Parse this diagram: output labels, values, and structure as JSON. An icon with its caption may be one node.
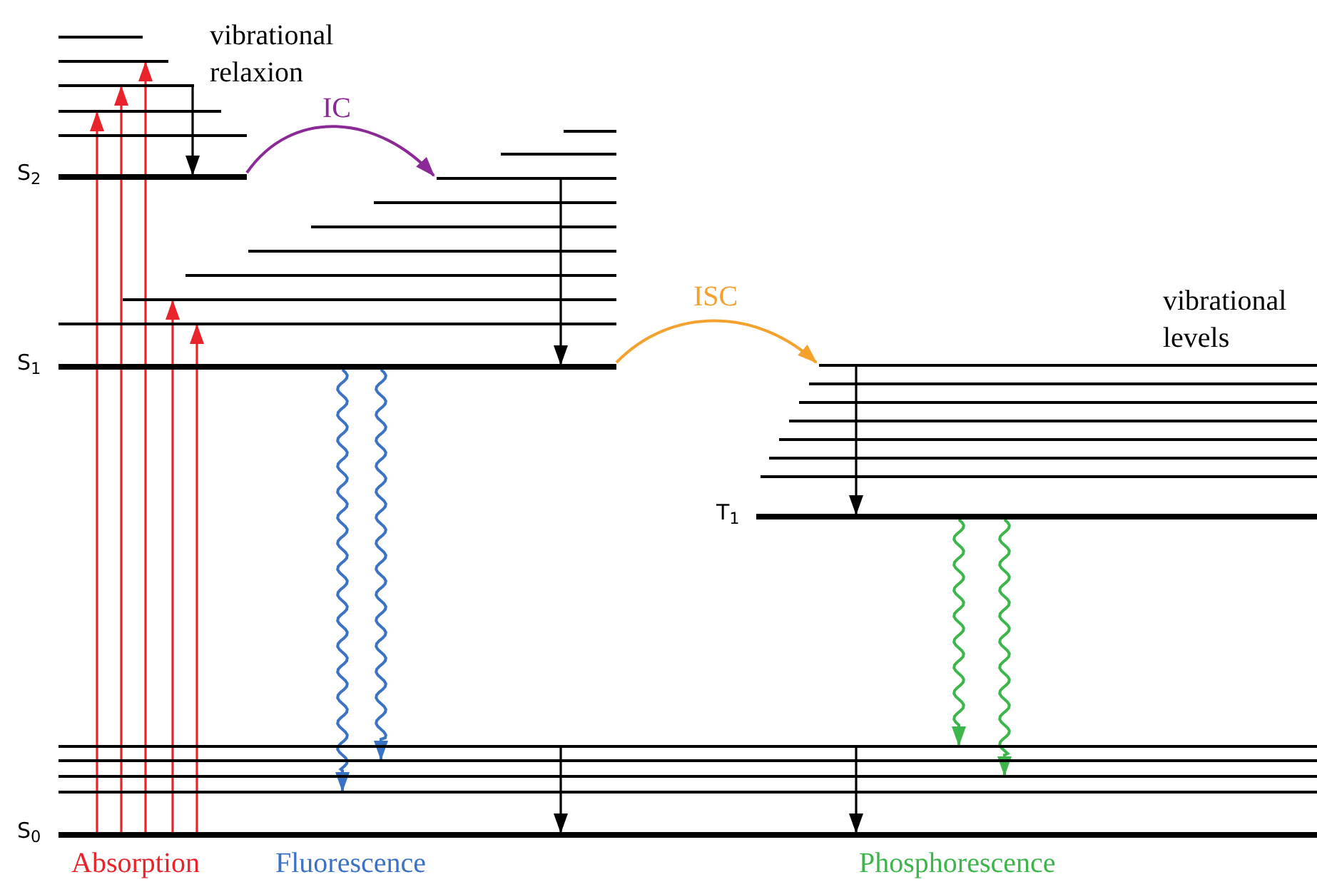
{
  "diagram": {
    "nodes": [
      {
        "text": [],
        "shape": "bar"
      },
      {
        "text": [],
        "shape": "bar"
      },
      {
        "text": [],
        "shape": "bar"
      },
      {
        "text": [],
        "shape": "bar"
      },
      {
        "text": [],
        "shape": "bar"
      },
      {
        "text": [
          "S$_{2}$"
        ]
      },
      {
        "text": [],
        "shape": "bar"
      },
      {
        "text": [],
        "shape": "bar"
      },
      {
        "text": [],
        "shape": "bar"
      },
      {
        "text": [],
        "shape": "bar"
      },
      {
        "text": [],
        "shape": "bar"
      },
      {
        "text": [],
        "shape": "bar"
      },
      {
        "text": [],
        "shape": "bar"
      },
      {
        "text": [],
        "shape": "bar"
      },
      {
        "text": [],
        "shape": "bar"
      },
      {
        "text": [
          "S$_{1}$"
        ]
      },
      {
        "text": [],
        "shape": "bar"
      },
      {
        "text": [],
        "shape": "bar"
      },
      {
        "text": [],
        "shape": "bar"
      },
      {
        "text": [],
        "shape": "bar"
      },
      {
        "text": [],
        "shape": "bar"
      },
      {
        "text": [],
        "shape": "bar"
      },
      {
        "text": [],
        "shape": "bar"
      },
      {
        "text": [
          "T$_{1}$"
        ]
      },
      {
        "text": [],
        "shape": "bar"
      },
      {
        "text": [],
        "shape": "bar"
      },
      {
        "text": [],
        "shape": "bar"
      },
      {
        "text": [],
        "shape": "bar"
      },
      {
        "text": [
          "S$_{0}$"
        ]
      }
    ],
    "edges": [
      {
        "from": 28,
        "to": 3,
        "arrow": "to",
        "color": "#e8232a"
      },
      {
        "from": 28,
        "to": 2,
        "arrow": "to",
        "color": "#e8232a"
      },
      {
        "from": 28,
        "to": 1,
        "arrow": "to",
        "color": "#e8232a"
      },
      {
        "from": 28,
        "to": 13,
        "arrow": "to",
        "color": "#e8232a"
      },
      {
        "from": 28,
        "to": 14,
        "arrow": "to",
        "color": "#e8232a"
      },
      {
        "from": 2,
        "to": 5,
        "arrow": "to",
        "color": "#000000"
      },
      {
        "from": 5,
        "to": 8,
        "arrow": "to",
        "label": "IC",
        "color": "#8b2a96"
      },
      {
        "from": 8,
        "to": 15,
        "arrow": "to",
        "color": "#000000"
      },
      {
        "from": 15,
        "to": 16,
        "arrow": "to",
        "label": "ISC",
        "color": "#f5a12e"
      },
      {
        "from": 16,
        "to": 23,
        "arrow": "to",
        "color": "#000000"
      },
      {
        "from": 15,
        "to": 27,
        "arrow": "to",
        "color": "#3a72c4"
      },
      {
        "from": 15,
        "to": 25,
        "arrow": "to",
        "color": "#3a72c4"
      },
      {
        "from": 23,
        "to": 24,
        "arrow": "to",
        "color": "#3cb54a"
      },
      {
        "from": 23,
        "to": 26,
        "arrow": "to",
        "color": "#3cb54a"
      },
      {
        "from": 24,
        "to": 28,
        "arrow": "to",
        "color": "#000000"
      },
      {
        "from": 24,
        "to": 28,
        "arrow": "to",
        "color": "#000000"
      }
    ],
    "labels": [
      "vibrational relaxion",
      "vibrational levels",
      "Absorption",
      "Fluorescence",
      "Phosphorescence"
    ]
  }
}
